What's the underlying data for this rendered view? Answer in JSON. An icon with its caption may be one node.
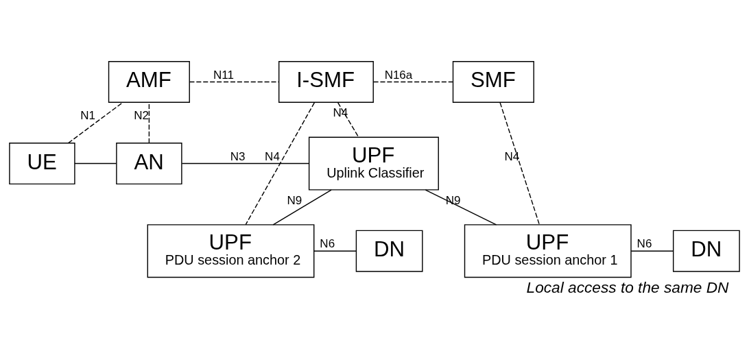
{
  "diagram": {
    "caption": "Local access to the same DN",
    "nodes": [
      {
        "text": [
          "AMF"
        ]
      },
      {
        "text": [
          "I-SMF"
        ]
      },
      {
        "text": [
          "SMF"
        ]
      },
      {
        "text": [
          "UPF",
          "PDU session anchor 1"
        ]
      },
      {
        "text": [
          "DN"
        ]
      },
      {
        "text": [
          "UE"
        ]
      },
      {
        "text": [
          "AN"
        ]
      },
      {
        "text": [
          "UPF",
          "Uplink Classifier"
        ]
      },
      {
        "text": [
          "UPF",
          "PDU session anchor 2"
        ]
      },
      {
        "text": [
          "DN"
        ]
      }
    ],
    "edges": [
      {
        "from": 5,
        "to": 0,
        "arrow": "none",
        "label": "N1",
        "style": "dashed"
      },
      {
        "from": 6,
        "to": 0,
        "arrow": "none",
        "label": "N2",
        "style": "dashed"
      },
      {
        "from": 0,
        "to": 1,
        "arrow": "none",
        "label": "N11",
        "style": "dashed"
      },
      {
        "from": 1,
        "to": 2,
        "arrow": "none",
        "label": "N16a",
        "style": "dashed"
      },
      {
        "from": 2,
        "to": 3,
        "arrow": "none",
        "label": "N4",
        "style": "dashed"
      },
      {
        "from": 1,
        "to": 7,
        "arrow": "none",
        "label": "N4",
        "style": "dashed"
      },
      {
        "from": 1,
        "to": 8,
        "arrow": "none",
        "label": "N4",
        "style": "dashed"
      },
      {
        "from": 5,
        "to": 6,
        "arrow": "none"
      },
      {
        "from": 6,
        "to": 7,
        "arrow": "none",
        "label": "N3"
      },
      {
        "from": 7,
        "to": 3,
        "arrow": "none",
        "label": "N9"
      },
      {
        "from": 3,
        "to": 4,
        "arrow": "none",
        "label": "N6"
      },
      {
        "from": 7,
        "to": 8,
        "arrow": "none",
        "label": "N9"
      },
      {
        "from": 8,
        "to": 9,
        "arrow": "none",
        "label": "N6"
      }
    ]
  }
}
